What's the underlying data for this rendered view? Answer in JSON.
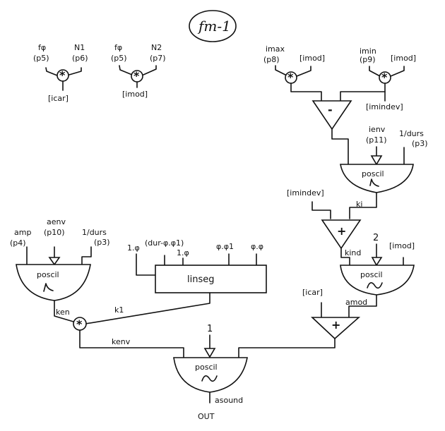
{
  "title": "fm-1",
  "blocks": {
    "mult_icar": {
      "inputs": [
        "fφ (p5)",
        "N1 (p6)"
      ],
      "in_labels": [
        "fφ",
        "(p5)",
        "N1",
        "(p6)"
      ],
      "output": "[icar]",
      "op": "*"
    },
    "mult_imod": {
      "inputs": [
        "fφ (p5)",
        "N2 (p7)"
      ],
      "in_labels": [
        "fφ",
        "(p5)",
        "N2",
        "(p7)"
      ],
      "output": "[imod]",
      "op": "*"
    },
    "mult_max": {
      "in_labels": [
        "imax",
        "(p8)",
        "[imod]"
      ],
      "op": "*"
    },
    "mult_min": {
      "in_labels": [
        "imin",
        "(p9)",
        "[imod]"
      ],
      "op": "*"
    },
    "sub": {
      "op": "-",
      "output": "[imindev]"
    },
    "poscil_index": {
      "name": "poscil",
      "waveform": "envelope",
      "in_labels": [
        "ienv",
        "(p11)",
        "1/durs",
        "(p3)"
      ],
      "output": "ki"
    },
    "add_index": {
      "op": "+",
      "in_label": "[imindev]",
      "output": "kind"
    },
    "poscil_mod": {
      "name": "poscil",
      "waveform": "sine",
      "in_labels": [
        "2",
        "[imod]"
      ],
      "output": "amod"
    },
    "add_car": {
      "op": "+",
      "in_label": "[icar]"
    },
    "poscil_env": {
      "name": "poscil",
      "waveform": "envelope",
      "in_labels": [
        "amp",
        "(p4)",
        "aenv",
        "(p10)",
        "1/durs",
        "(p3)"
      ],
      "output": "ken"
    },
    "linseg": {
      "name": "linseg",
      "in_labels": [
        "1.φ",
        "(dur-φ.φ1)",
        "1.φ",
        "φ.φ1",
        "φ.φ"
      ],
      "output": "k1"
    },
    "mult_env": {
      "op": "*",
      "output": "kenv"
    },
    "poscil_out": {
      "name": "poscil",
      "waveform": "sine",
      "in_labels": [
        "1"
      ],
      "output": "asound",
      "dest": "OUT"
    }
  }
}
